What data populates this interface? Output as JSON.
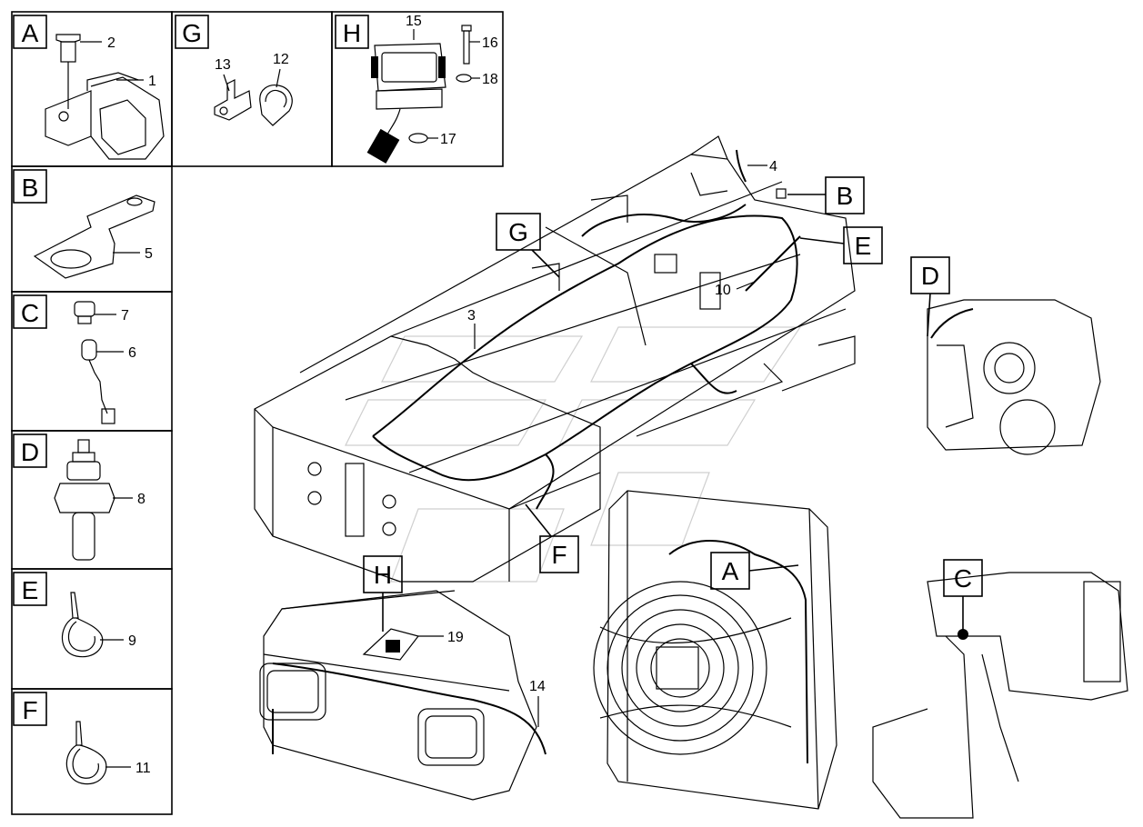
{
  "detail_panels": [
    {
      "letter": "A",
      "parts": [
        "2",
        "1"
      ]
    },
    {
      "letter": "B",
      "parts": [
        "5"
      ]
    },
    {
      "letter": "C",
      "parts": [
        "7",
        "6"
      ]
    },
    {
      "letter": "D",
      "parts": [
        "8"
      ]
    },
    {
      "letter": "E",
      "parts": [
        "9"
      ]
    },
    {
      "letter": "F",
      "parts": [
        "11"
      ]
    },
    {
      "letter": "G",
      "parts": [
        "13",
        "12"
      ]
    },
    {
      "letter": "H",
      "parts": [
        "15",
        "16",
        "18",
        "17"
      ]
    }
  ],
  "main_callouts": {
    "frame": {
      "B": "B",
      "E": "E",
      "G": "G",
      "F": "F",
      "D": "D",
      "wire_4": "4",
      "wire_10": "10",
      "wire_3": "3"
    },
    "radiator": {
      "A": "A",
      "C": "C"
    },
    "counterweight": {
      "H": "H",
      "part_19": "19",
      "part_14": "14"
    }
  }
}
